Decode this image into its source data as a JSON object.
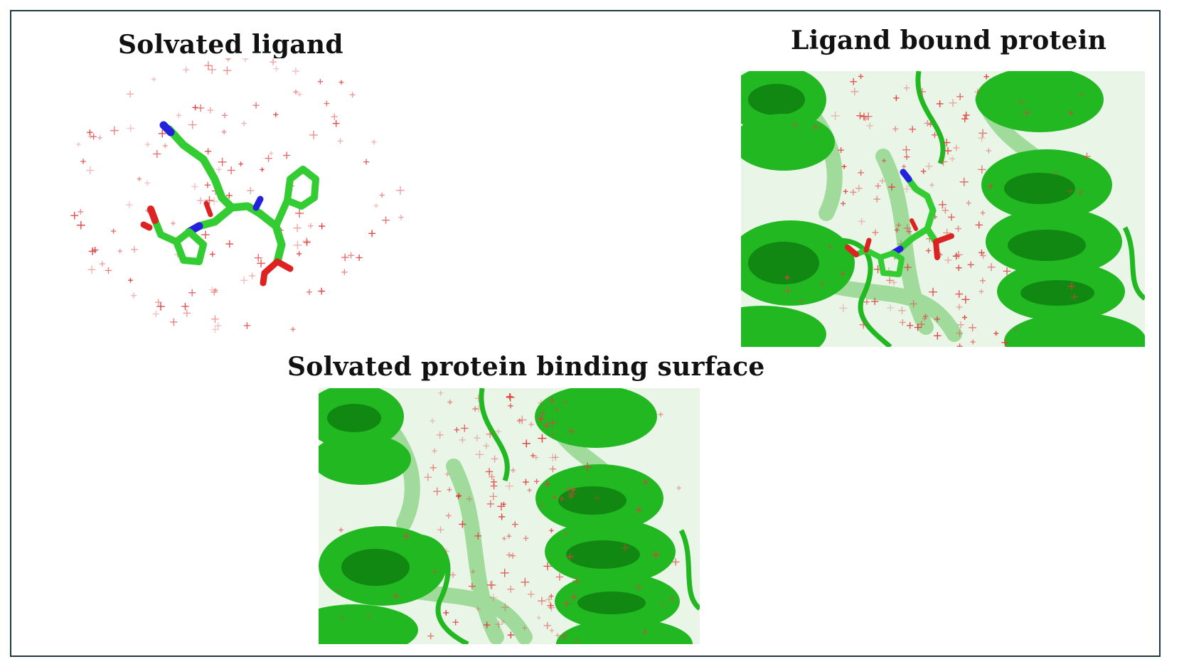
{
  "panels": {
    "solvated_ligand": {
      "title": "Solvated ligand"
    },
    "ligand_bound_protein": {
      "title": "Ligand bound protein"
    },
    "solvated_protein_surface": {
      "title": "Solvated protein binding surface"
    }
  },
  "colors": {
    "frame": "#1d3a40",
    "carbon": "#33cc33",
    "nitrogen": "#2222dd",
    "oxygen": "#dd2222",
    "water": "#e04040",
    "helix": "#22b822",
    "helix_dark": "#118811",
    "helix_light": "#8fd58a"
  },
  "icons": {
    "water_marker": "cross-mark",
    "ligand_model": "stick-model",
    "protein_model": "cartoon-helices"
  }
}
